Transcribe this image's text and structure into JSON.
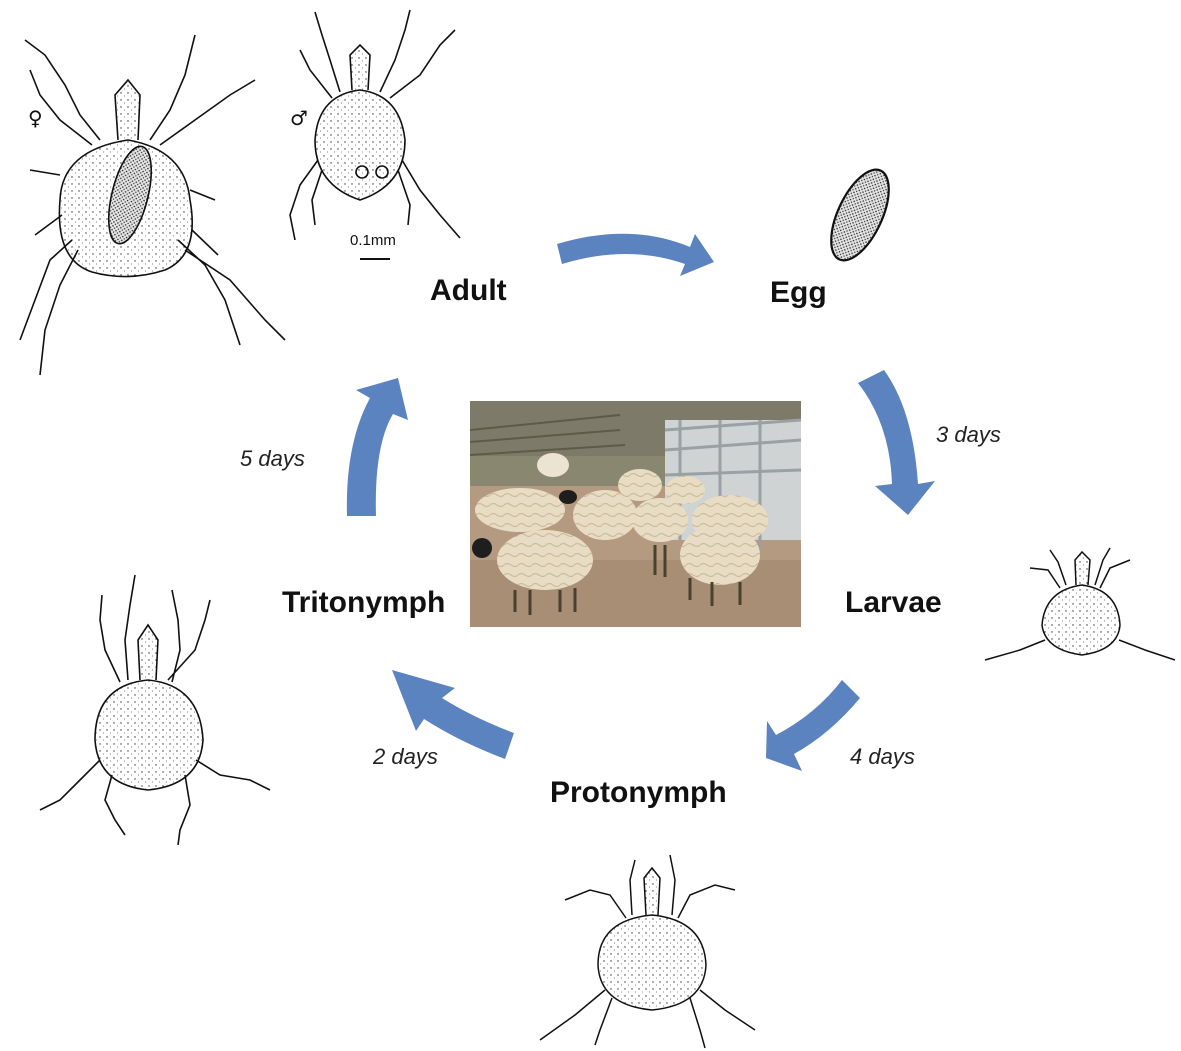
{
  "stages": {
    "adult": "Adult",
    "egg": "Egg",
    "larvae": "Larvae",
    "protonymph": "Protonymph",
    "tritonymph": "Tritonymph"
  },
  "durations": {
    "egg_to_larvae": "3 days",
    "larvae_to_protonymph": "4 days",
    "protonymph_to_tritonymph": "2 days",
    "tritonymph_to_adult": "5 days"
  },
  "adult_female_symbol": "♀",
  "adult_male_symbol": "♂",
  "scale_bar_label": "0.1mm",
  "colors": {
    "arrow": "#5b83bf",
    "ink": "#111111"
  },
  "icons": {
    "center_photo": "sheep-flock-photo",
    "adult_female": "female-mite-drawing",
    "adult_male": "male-mite-drawing",
    "egg": "egg-drawing",
    "larva": "larva-mite-drawing",
    "protonymph": "protonymph-mite-drawing",
    "tritonymph": "tritonymph-mite-drawing"
  }
}
